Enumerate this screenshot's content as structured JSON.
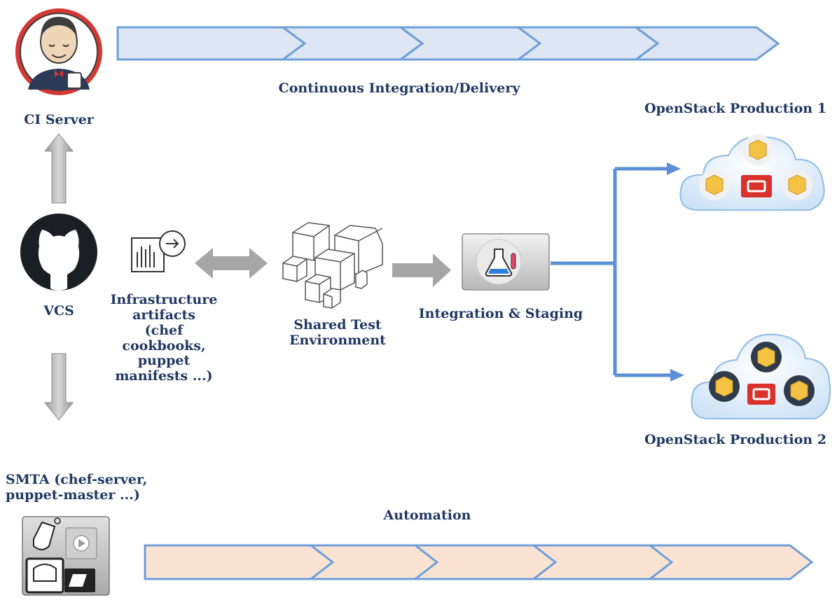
{
  "labels": {
    "ci_server": "CI  Server",
    "ci_pipeline": "Continuous Integration/Delivery",
    "vcs": "VCS",
    "infra_artifacts": [
      "Infrastructure",
      "artifacts",
      "(chef",
      "cookbooks,",
      "puppet",
      "manifests ...)"
    ],
    "shared_test_env": [
      "Shared Test",
      "Environment"
    ],
    "integration_staging": "Integration & Staging",
    "production_1": "OpenStack Production 1",
    "production_2": "OpenStack Production 2",
    "smta": [
      "SMTA (chef-server,",
      "puppet-master ...)"
    ],
    "automation": "Automation"
  },
  "colors": {
    "ci_band_fill": "#dde6f2",
    "ci_band_stroke": "#6f9fd8",
    "auto_band_fill": "#fbe3d4",
    "auto_band_stroke": "#6f9fd8",
    "flow_arrow": "#5b8fd6",
    "grey_arrow": "#a6a6a6",
    "label_text": "#1f3864",
    "openstack_red": "#d9322b",
    "package_yellow": "#f4c242"
  },
  "icons": {
    "ci_server": "jenkins-butler-icon",
    "vcs": "github-octocat-icon",
    "infra_artifacts": "artifact-document-icon",
    "shared_test_env": "cubes-icon",
    "integration_staging": "flask-icon",
    "production_1": "openstack-cloud-icon",
    "production_2": "openstack-cloud-icon",
    "smta": "config-management-icon"
  }
}
